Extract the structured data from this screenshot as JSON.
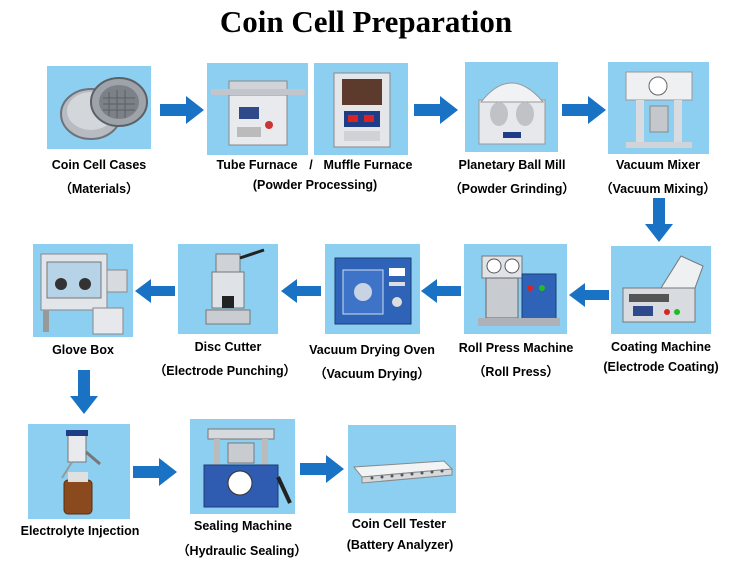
{
  "title": "Coin Cell Preparation",
  "steps": [
    {
      "name": "Coin Cell Cases",
      "sub": "（Materials）"
    },
    {
      "name": "Tube Furnace",
      "sep": "/",
      "name2": "Muffle Furnace",
      "sub": "(Powder Processing)"
    },
    {
      "name": "Planetary Ball Mill",
      "sub": "（Powder Grinding）"
    },
    {
      "name": "Vacuum Mixer",
      "sub": "（Vacuum Mixing）"
    },
    {
      "name": "Coating Machine",
      "sub": "(Electrode Coating)"
    },
    {
      "name": "Roll Press Machine",
      "sub": "（Roll Press）"
    },
    {
      "name": "Vacuum Drying Oven",
      "sub": "（Vacuum Drying）"
    },
    {
      "name": "Disc Cutter",
      "sub": "（Electrode Punching）"
    },
    {
      "name": "Glove Box",
      "sub": ""
    },
    {
      "name": "Electrolyte Injection",
      "sub": ""
    },
    {
      "name": "Sealing Machine",
      "sub": "（Hydraulic Sealing）"
    },
    {
      "name": "Coin Cell Tester",
      "sub": "(Battery Analyzer)"
    }
  ],
  "colors": {
    "arrow": "#1a72c4",
    "image_bg": "#8ccff0"
  }
}
